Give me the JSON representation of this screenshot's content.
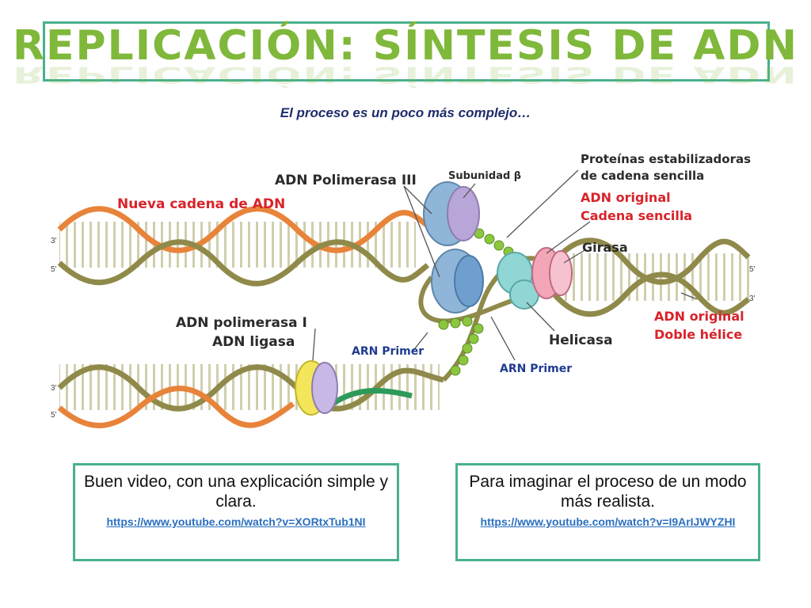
{
  "header": {
    "title": "REPLICACIÓN: SÍNTESIS DE ADN",
    "subtitle": "El proceso es un poco más complejo…"
  },
  "diagram": {
    "labels": {
      "pol3": "ADN Polimerasa III",
      "subunit": "Subunidad β",
      "new_strand": "Nueva cadena de ADN",
      "ssb_1": "Proteínas estabilizadoras",
      "ssb_2": "de cadena sencilla",
      "orig_single_1": "ADN original",
      "orig_single_2": "Cadena sencilla",
      "gyrase": "Girasa",
      "pol1": "ADN polimerasa I",
      "ligase": "ADN ligasa",
      "primer_1": "ARN Primer",
      "primer_2": "ARN Primer",
      "helicase": "Helicasa",
      "orig_double_1": "ADN original",
      "orig_double_2": "Doble hélice"
    },
    "ends": {
      "top_left_3": "3'",
      "top_left_5": "5'",
      "right_5": "5'",
      "right_3": "3'",
      "bottom_left_3": "3'",
      "bottom_left_5": "5'"
    },
    "colors": {
      "label_dark": "#2b2b2b",
      "label_red": "#d8232a",
      "label_blue": "#1f3c8f",
      "strand_orange": "#e8833a",
      "strand_olive": "#8f8a4a",
      "beads": "#8cc63f"
    }
  },
  "cards": [
    {
      "text": "Buen video, con una explicación simple y clara.",
      "link": "https://www.youtube.com/watch?v=XORtxTub1NI"
    },
    {
      "text": "Para imaginar el proceso de un modo más realista.",
      "link": "https://www.youtube.com/watch?v=I9ArIJWYZHI"
    }
  ]
}
